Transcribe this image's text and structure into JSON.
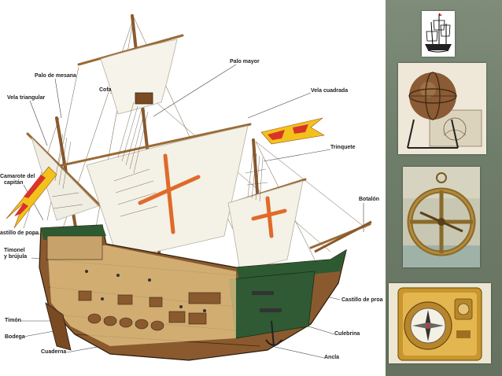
{
  "labels": {
    "palo_de_mesana": "Palo de mesana",
    "vela_triangular": "Vela triangular",
    "cofa": "Cofa",
    "palo_mayor": "Palo mayor",
    "vela_cuadrada": "Vela cuadrada",
    "trinquete": "Trinquete",
    "camarote_line1": "Camarote del",
    "camarote_line2": "capitán",
    "castillo_de_popa": "astillo de popa",
    "timonel": "Timonel",
    "y_brujula": "y brújula",
    "botalon": "Botalón",
    "castillo_de_proa": "Castillo de proa",
    "timon": "Timón",
    "bodega": "Bodega",
    "culebrina": "Culebrina",
    "cuaderna": "Cuaderna",
    "ancla": "Ancla"
  },
  "colors": {
    "panel_bg": "#6f7d6b",
    "hull_dark": "#2e5a32",
    "hull_wood": "#8a5a2e",
    "sail": "#f4f1e6",
    "cross": "#e06a2a",
    "flag_red": "#d8342a",
    "flag_yellow": "#f2c21b"
  },
  "thumbnails": [
    {
      "icon": "caravel-sketch-icon"
    },
    {
      "icon": "armillary-sphere-icon"
    },
    {
      "icon": "astrolabe-icon"
    },
    {
      "icon": "compass-icon"
    }
  ]
}
